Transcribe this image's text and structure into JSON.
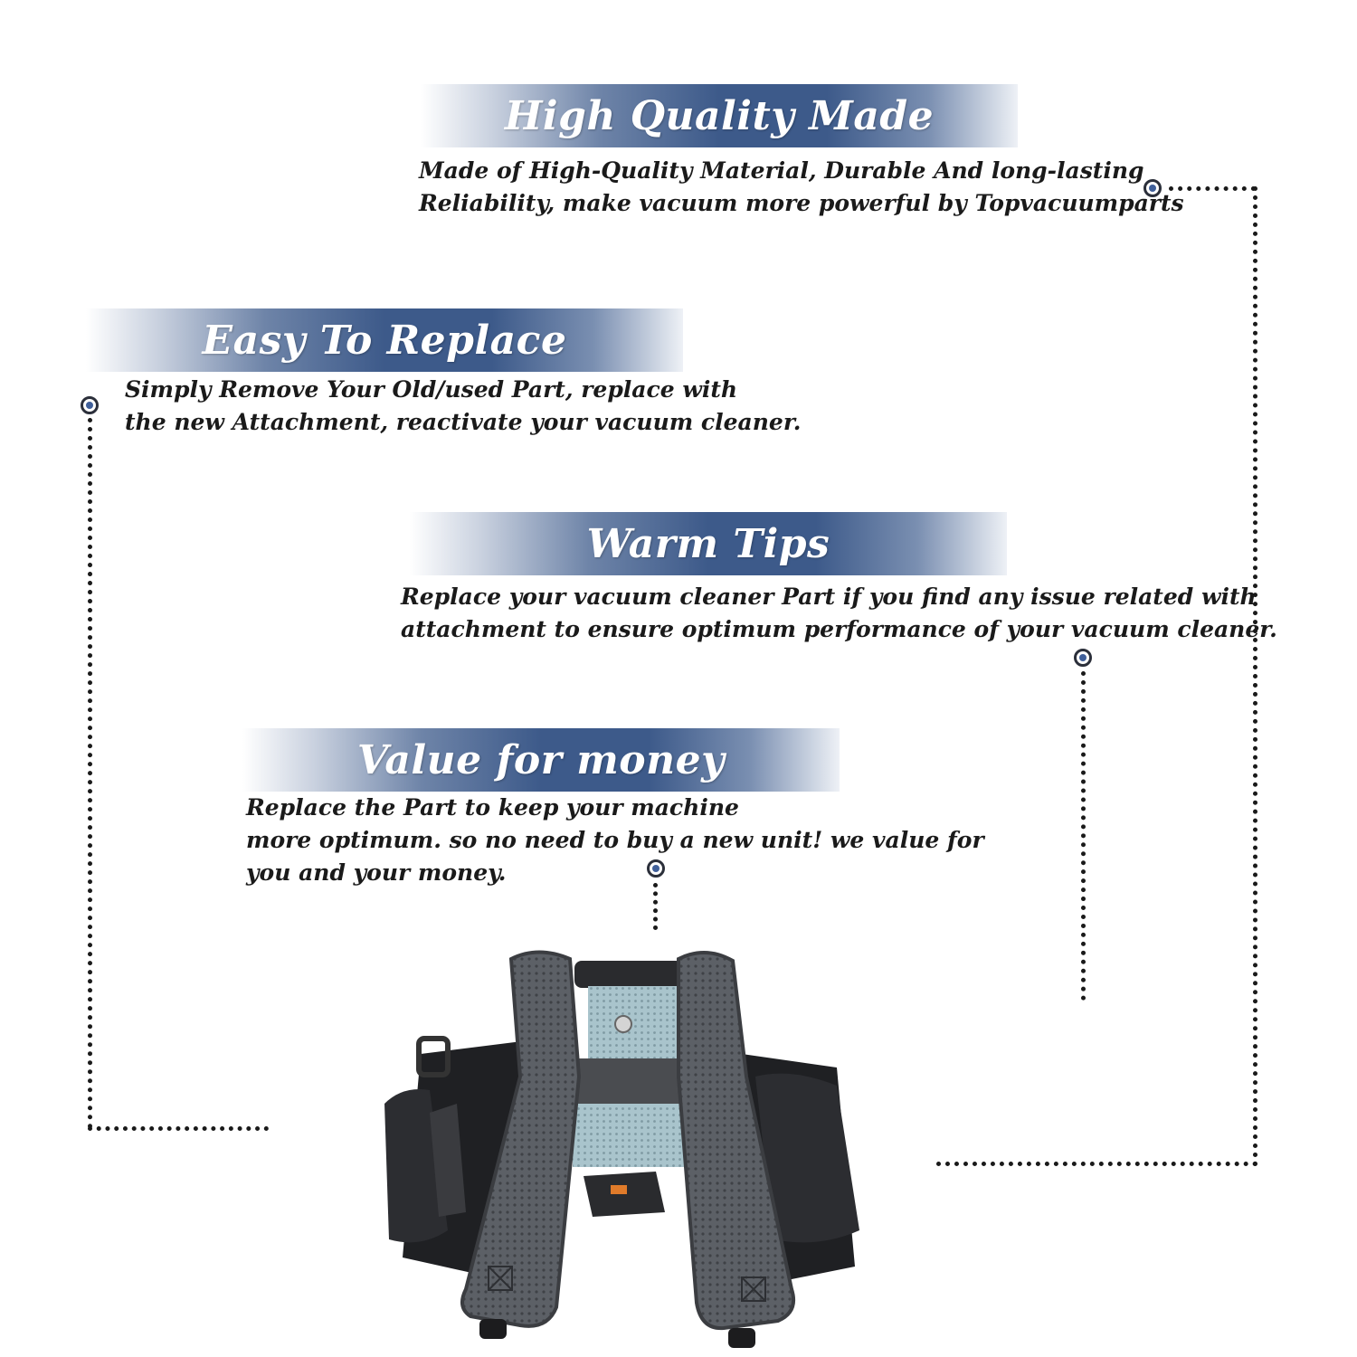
{
  "sections": [
    {
      "title": "High Quality Made",
      "lines": [
        "Made of  High-Quality Material, Durable And long-lasting",
        "Reliability, make vacuum more powerful by Topvacuumparts"
      ]
    },
    {
      "title": "Easy To Replace",
      "lines": [
        "Simply Remove Your Old/used Part, replace with",
        "the new Attachment, reactivate your vacuum cleaner."
      ]
    },
    {
      "title": "Warm Tips",
      "lines": [
        "Replace your vacuum cleaner Part if you find any issue related with",
        " attachment to ensure optimum performance of your vacuum cleaner."
      ]
    },
    {
      "title": "Value for money",
      "lines": [
        "Replace the Part to keep your machine",
        "more optimum. so no need to buy a new unit! we value for",
        "you and your money."
      ]
    }
  ],
  "colors": {
    "banner": "#3d5a8a",
    "dot_fill": "#3f5f9a",
    "text": "#1a1a1a"
  },
  "product_image": "vacuum-harness-image"
}
